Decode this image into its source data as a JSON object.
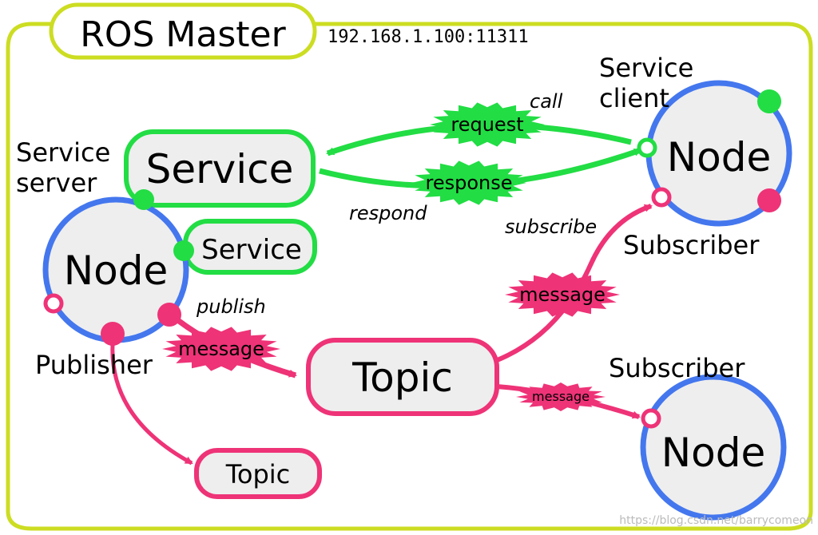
{
  "master": {
    "title": "ROS Master",
    "address": "192.168.1.100:11311"
  },
  "labels": {
    "service_server": [
      "Service",
      "server"
    ],
    "service_client": [
      "Service",
      "client"
    ],
    "publisher": "Publisher",
    "subscriber_top": "Subscriber",
    "subscriber_bottom": "Subscriber"
  },
  "nodes": {
    "left": "Node",
    "right_top": "Node",
    "right_bottom": "Node"
  },
  "boxes": {
    "service_main": "Service",
    "service_small": "Service",
    "topic_main": "Topic",
    "topic_small": "Topic"
  },
  "bursts": {
    "request": "request",
    "response": "response",
    "message_pub": "message",
    "message_sub_top": "message",
    "message_sub_bottom": "message"
  },
  "actions": {
    "call": "call",
    "respond": "respond",
    "subscribe": "subscribe",
    "publish": "publish"
  },
  "watermark": "https://blog.csdn.net/barrycomeon",
  "colors": {
    "master_frame": "#ccdd22",
    "node_ring": "#4477ee",
    "node_fill": "#eeeeee",
    "service": "#22dd44",
    "topic": "#ee3377"
  }
}
